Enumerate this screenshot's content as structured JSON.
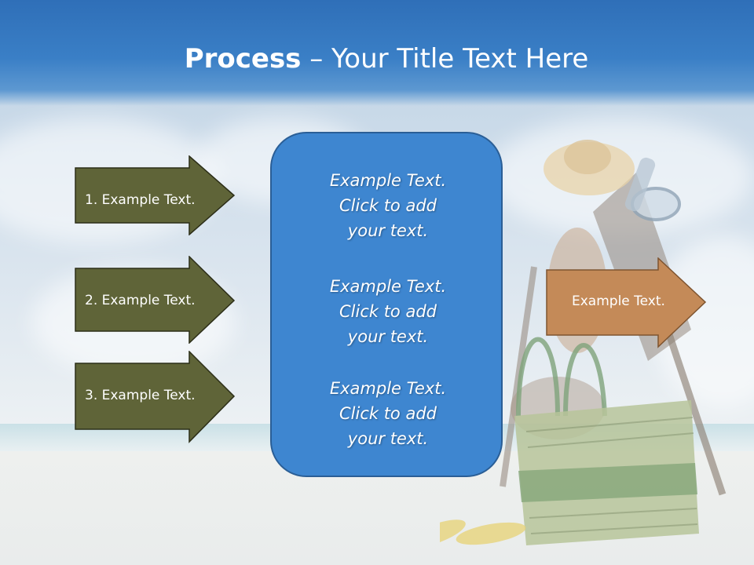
{
  "slide": {
    "title_bold": "Process",
    "title_rest": " – Your Title Text Here"
  },
  "left_arrows": [
    {
      "label": "1. Example Text."
    },
    {
      "label": "2. Example Text."
    },
    {
      "label": "3. Example Text."
    }
  ],
  "center_box": {
    "blocks": [
      {
        "lines": [
          "Example Text.",
          "Click  to add",
          "your text."
        ]
      },
      {
        "lines": [
          "Example Text.",
          "Click  to add",
          "your text."
        ]
      },
      {
        "lines": [
          "Example Text.",
          "Click  to add",
          "your text."
        ]
      }
    ]
  },
  "right_arrow": {
    "label": "Example Text."
  },
  "colors": {
    "header_blue": "#3a7fc6",
    "arrow_olive": "#5f6438",
    "center_blue": "#3e86d0",
    "right_arrow_orange": "#c48a58"
  }
}
